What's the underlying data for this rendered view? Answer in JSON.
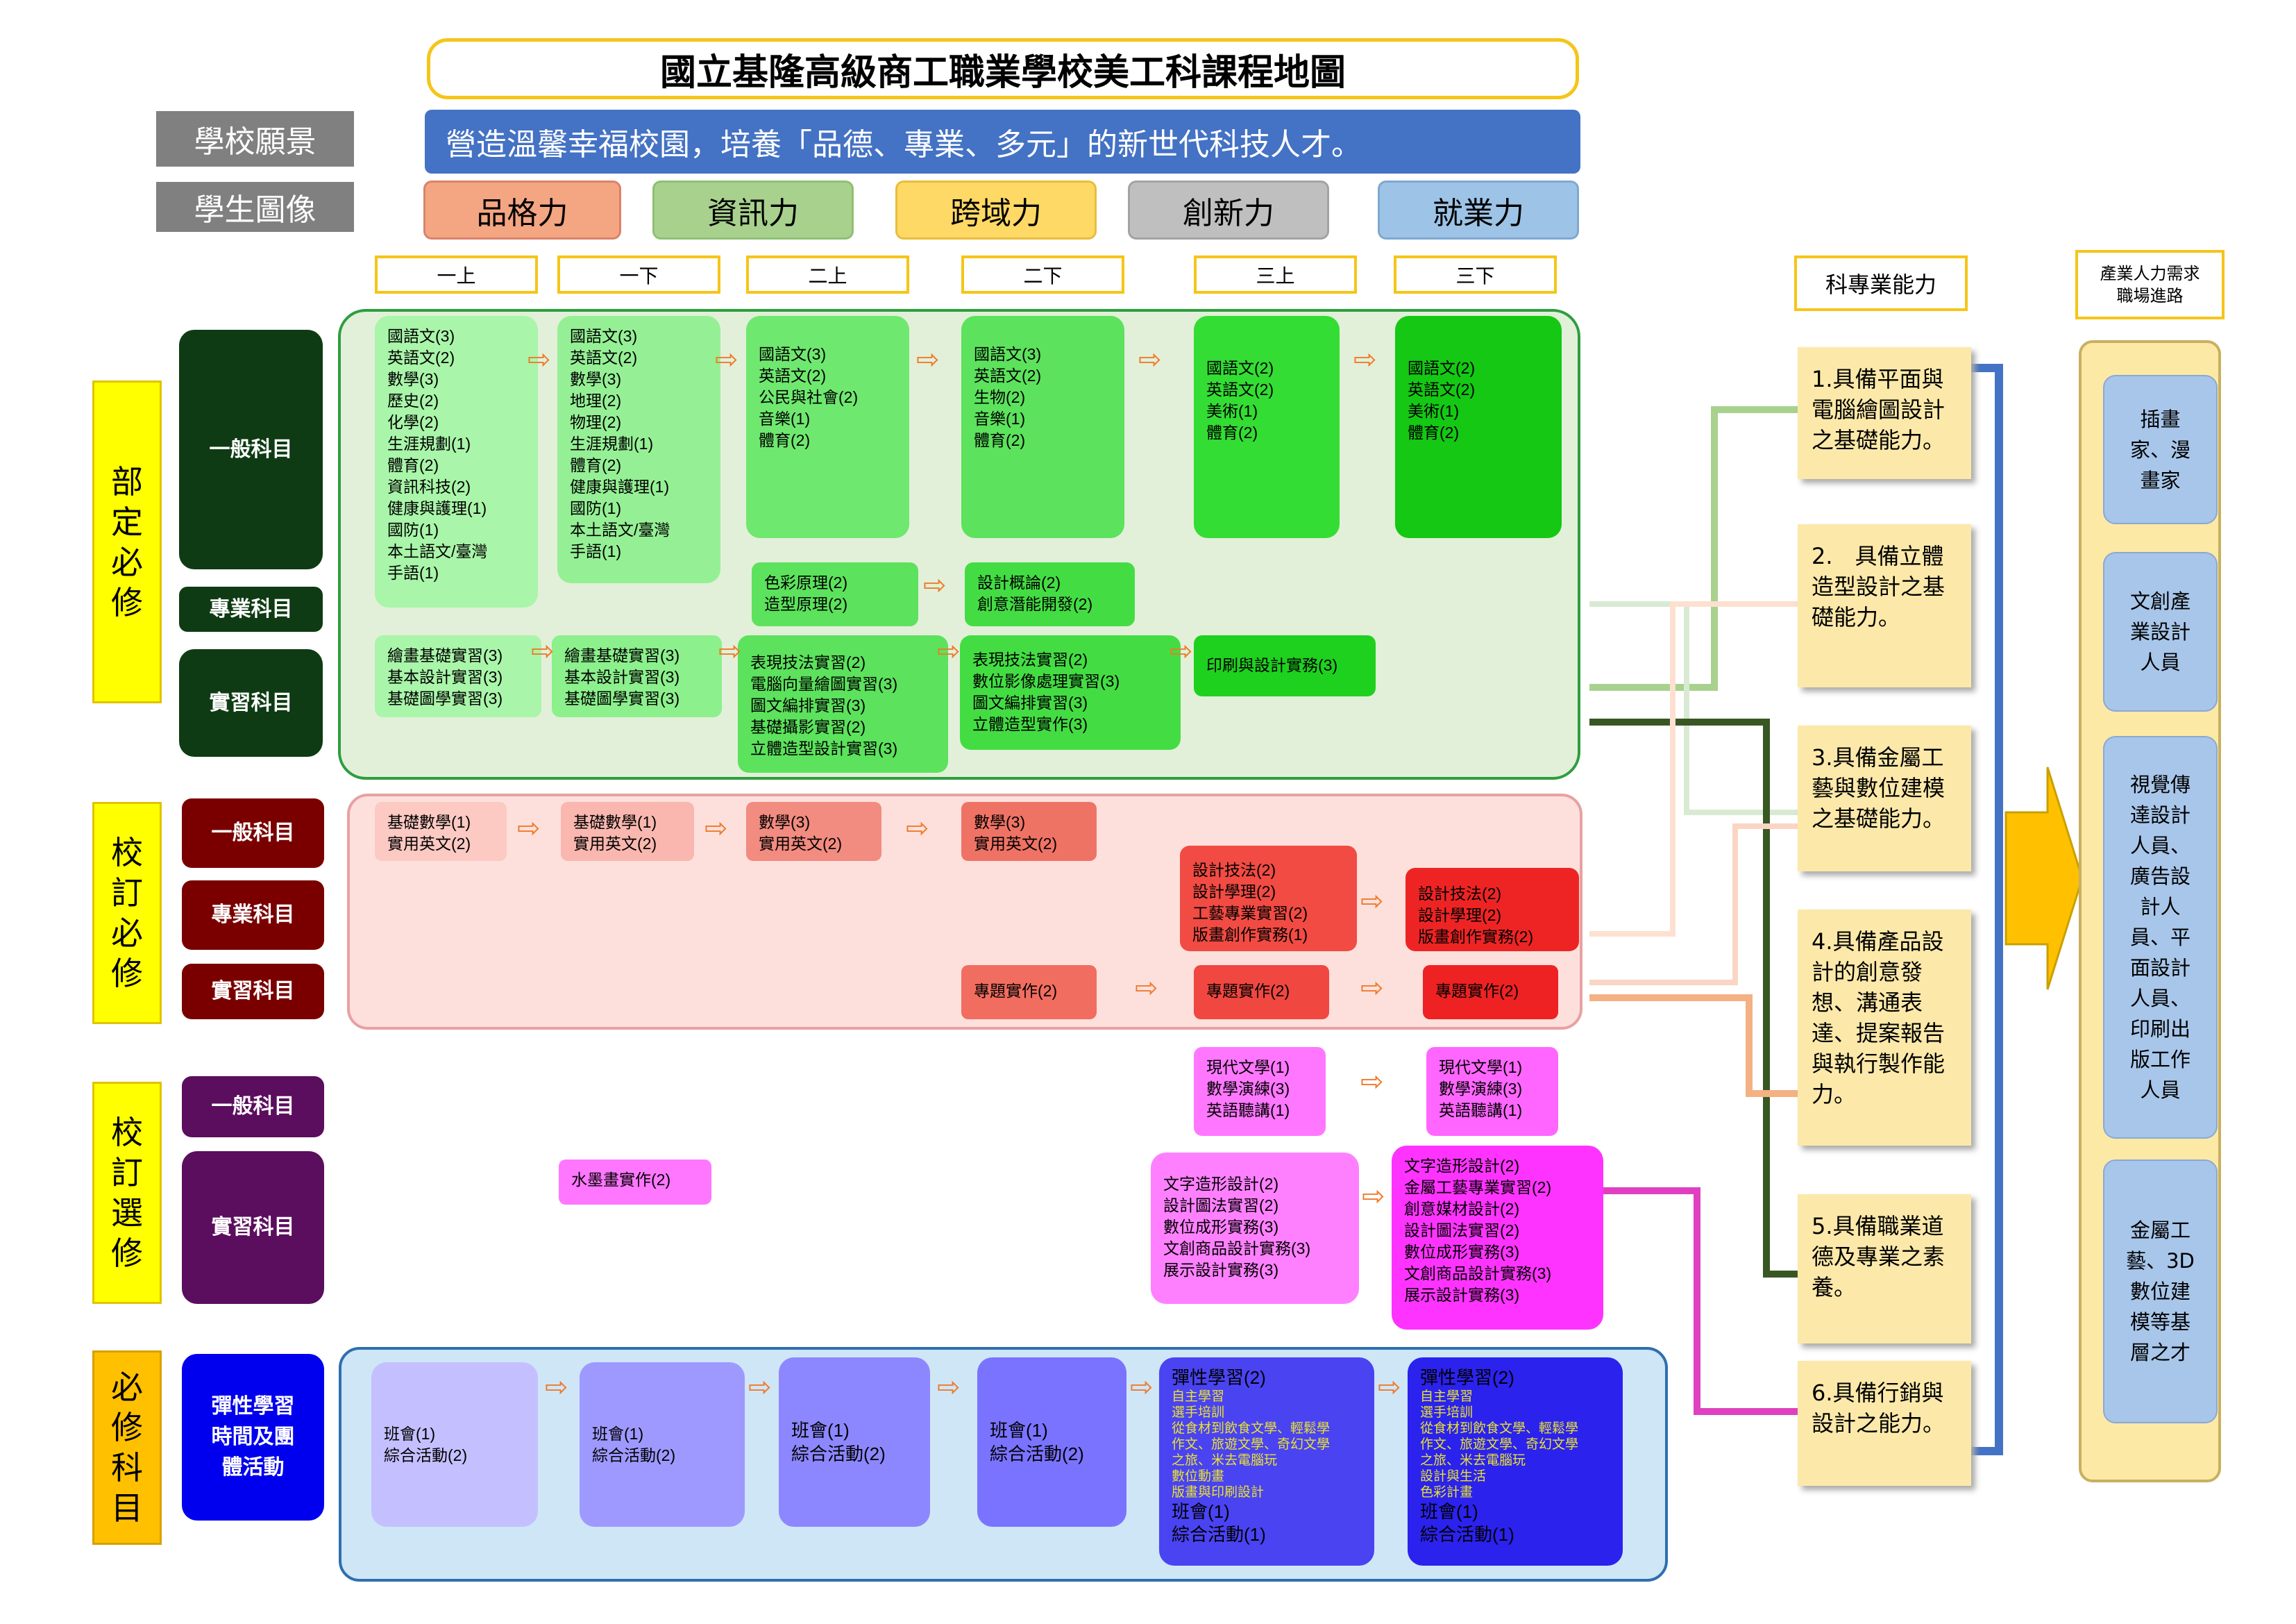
{
  "title": "國立基隆高級商工職業學校美工科課程地圖",
  "vision": {
    "label": "學校願景",
    "text": "營造溫馨幸福校園，培養「品德、專業、多元」的新世代科技人才。"
  },
  "portrait": {
    "label": "學生圖像",
    "items": [
      "品格力",
      "資訊力",
      "跨域力",
      "創新力",
      "就業力"
    ]
  },
  "semesters": [
    "一上",
    "一下",
    "二上",
    "二下",
    "三上",
    "三下"
  ],
  "sections": {
    "dept_required": "部\n定\n必\n修",
    "school_required": "校\n訂\n必\n修",
    "school_elective": "校\n訂\n選\n修",
    "required": "必\n修\n科\n目"
  },
  "row_labels": {
    "general": "一般科目",
    "professional": "專業科目",
    "practice": "實習科目",
    "flex": "彈性學習\n時間及團\n體活動"
  },
  "dept": {
    "gen": [
      "國語文(3)\n英語文(2)\n數學(3)\n歷史(2)\n化學(2)\n生涯規劃(1)\n體育(2)\n資訊科技(2)\n健康與護理(1)\n國防(1)\n本土語文/臺灣\n手語(1)",
      "國語文(3)\n英語文(2)\n數學(3)\n地理(2)\n物理(2)\n生涯規劃(1)\n體育(2)\n健康與護理(1)\n國防(1)\n本土語文/臺灣\n手語(1)",
      "國語文(3)\n英語文(2)\n公民與社會(2)\n音樂(1)\n體育(2)",
      "國語文(3)\n英語文(2)\n生物(2)\n音樂(1)\n體育(2)",
      "國語文(2)\n英語文(2)\n美術(1)\n體育(2)",
      "國語文(2)\n英語文(2)\n美術(1)\n體育(2)"
    ],
    "pro": [
      "色彩原理(2)\n造型原理(2)",
      "設計概論(2)\n創意潛能開發(2)"
    ],
    "prac": [
      "繪畫基礎實習(3)\n基本設計實習(3)\n基礎圖學實習(3)",
      "繪畫基礎實習(3)\n基本設計實習(3)\n基礎圖學實習(3)",
      "表現技法實習(2)\n電腦向量繪圖實習(3)\n圖文編排實習(3)\n基礎攝影實習(2)\n立體造型設計實習(3)",
      "表現技法實習(2)\n數位影像處理實習(3)\n圖文編排實習(3)\n立體造型實作(3)",
      "印刷與設計實務(3)"
    ]
  },
  "school": {
    "gen": [
      "基礎數學(1)\n實用英文(2)",
      "基礎數學(1)\n實用英文(2)",
      "數學(3)\n實用英文(2)",
      "數學(3)\n實用英文(2)"
    ],
    "pro": [
      "設計技法(2)\n設計學理(2)\n工藝專業實習(2)\n版畫創作實務(1)",
      "設計技法(2)\n設計學理(2)\n版畫創作實務(2)"
    ],
    "prac": [
      "專題實作(2)",
      "專題實作(2)",
      "專題實作(2)"
    ]
  },
  "elective": {
    "gen": [
      "現代文學(1)\n數學演練(3)\n英語聽講(1)",
      "現代文學(1)\n數學演練(3)\n英語聽講(1)"
    ],
    "prac": [
      "水墨畫實作(2)",
      "文字造形設計(2)\n設計圖法實習(2)\n數位成形實務(3)\n文創商品設計實務(3)\n展示設計實務(3)",
      "文字造形設計(2)\n金屬工藝專業實習(2)\n創意媒材設計(2)\n設計圖法實習(2)\n數位成形實務(3)\n文創商品設計實務(3)\n展示設計實務(3)"
    ]
  },
  "flex": {
    "simple": [
      "班會(1)\n綜合活動(2)",
      "班會(1)\n綜合活動(2)",
      "班會(1)\n綜合活動(2)",
      "班會(1)\n綜合活動(2)"
    ],
    "y3a": {
      "head": "彈性學習(2)",
      "sub": "自主學習\n選手培訓\n從食材到飲食文學、輕鬆學\n作文、旅遊文學、奇幻文學\n之旅、米去電腦玩\n數位動畫\n版畫與印刷設計",
      "tail": "班會(1)\n綜合活動(1)"
    },
    "y3b": {
      "head": "彈性學習(2)",
      "sub": "自主學習\n選手培訓\n從食材到飲食文學、輕鬆學\n作文、旅遊文學、奇幻文學\n之旅、米去電腦玩\n設計與生活\n色彩計畫",
      "tail": "班會(1)\n綜合活動(1)"
    }
  },
  "abilities": {
    "header": "科專業能力",
    "items": [
      "1.具備平面與\n電腦繪圖設計\n之基礎能力。",
      "2.　具備立體\n造型設計之基\n礎能力。",
      "3.具備金屬工\n藝與數位建模\n之基礎能力。",
      "4.具備產品設\n計的創意發\n想、溝通表\n達、提案報告\n與執行製作能\n力。",
      "5.具備職業道\n德及專業之素\n養。",
      "6.具備行銷與\n設計之能力。"
    ]
  },
  "career": {
    "header": "產業人力需求\n職場進路",
    "items": [
      "插畫\n家、漫\n畫家",
      "文創產\n業設計\n人員",
      "視覺傳\n達設計\n人員、\n廣告設\n計人\n員、平\n面設計\n人員、\n印刷出\n版工作\n人員",
      "金屬工\n藝、3D\n數位建\n模等基\n層之才"
    ]
  },
  "arrow_glyph": "⇨",
  "colors": {
    "title_border": "#f5c518",
    "vision_bg": "#4472c4",
    "dept_panel": "#e2f0d9",
    "school_panel": "#fde0dc",
    "flex_panel": "#cfe6f7"
  }
}
